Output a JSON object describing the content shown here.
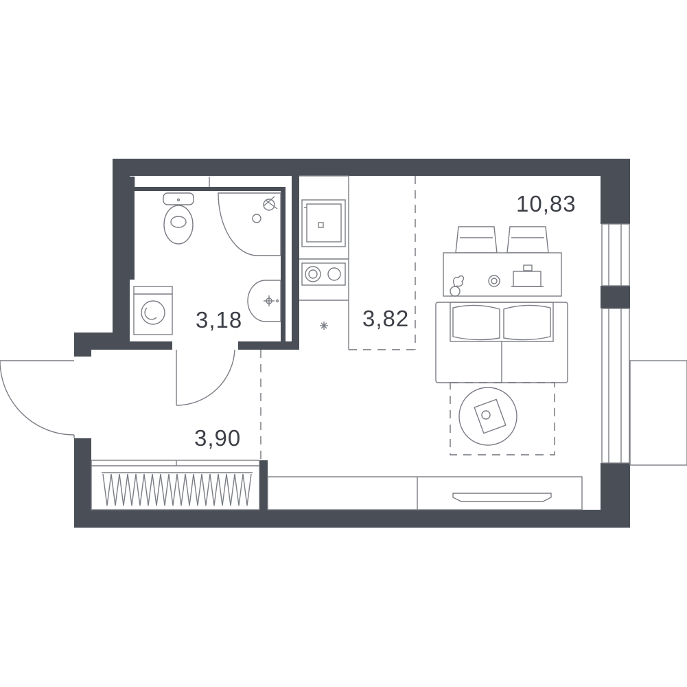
{
  "rooms": {
    "bathroom": {
      "area": "3,18"
    },
    "kitchen": {
      "area": "3,82"
    },
    "living_room": {
      "area": "10,83"
    },
    "hallway": {
      "area": "3,90"
    }
  },
  "colors": {
    "wall": "#4a4e57",
    "line": "#7a7d84",
    "background": "#ffffff"
  },
  "icons": [
    "toilet-icon",
    "shower-icon",
    "sink-icon",
    "washing-machine-icon",
    "kitchen-sink-icon",
    "stove-icon",
    "dining-table-icon",
    "chair-icon",
    "laptop-icon",
    "sofa-icon",
    "coffee-table-icon",
    "rug-icon",
    "tv-stand-icon",
    "wardrobe-icon",
    "door-icon",
    "window-icon"
  ]
}
